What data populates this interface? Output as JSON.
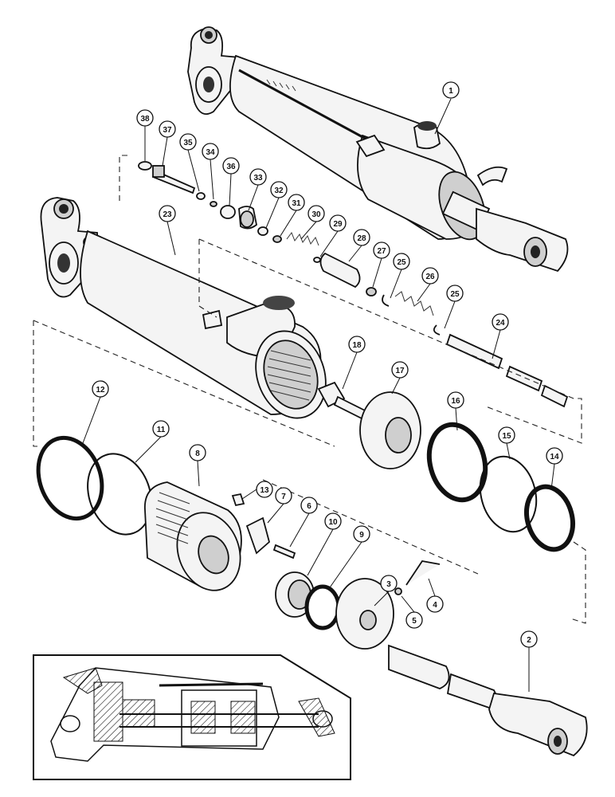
{
  "diagram": {
    "callouts": [
      "1",
      "2",
      "3",
      "4",
      "5",
      "6",
      "7",
      "8",
      "9",
      "10",
      "11",
      "12",
      "13",
      "14",
      "15",
      "16",
      "17",
      "18",
      "23",
      "24",
      "25",
      "25",
      "26",
      "27",
      "28",
      "29",
      "30",
      "31",
      "32",
      "33",
      "34",
      "35",
      "36",
      "37",
      "38"
    ]
  }
}
